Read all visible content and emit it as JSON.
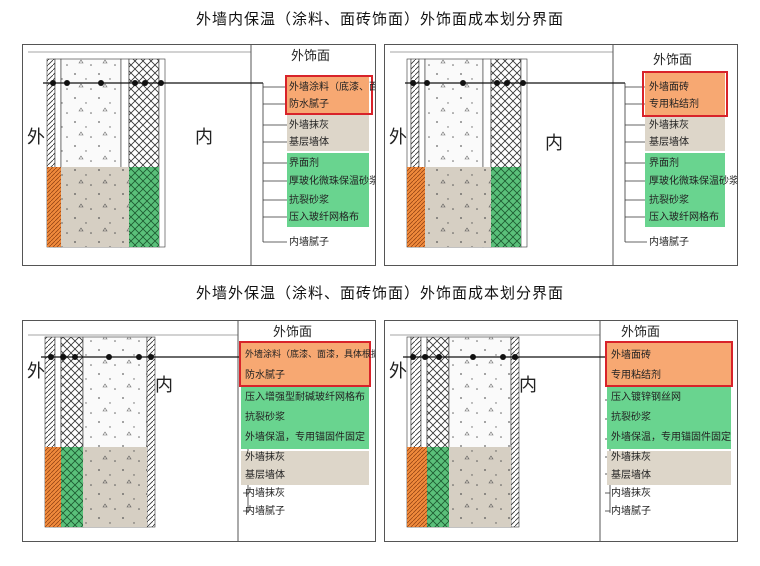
{
  "titles": {
    "internal": "外墙内保温（涂料、面砖饰面）外饰面成本划分界面",
    "external": "外墙外保温（涂料、面砖饰面）外饰面成本划分界面"
  },
  "common": {
    "outside": "外",
    "inside": "内",
    "header": "外饰面"
  },
  "panels": {
    "p1": {
      "layers": [
        "外墙涂料（底漆、面漆、",
        "防水腻子",
        "外墙抹灰",
        "基层墙体",
        "界面剂",
        "厚玻化微珠保温砂浆",
        "抗裂砂浆",
        "压入玻纤网格布",
        "内墙腻子"
      ]
    },
    "p2": {
      "layers": [
        "外墙面砖",
        "专用粘结剂",
        "外墙抹灰",
        "基层墙体",
        "界面剂",
        "厚玻化微珠保温砂浆",
        "抗裂砂浆",
        "压入玻纤网格布",
        "内墙腻子"
      ]
    },
    "p3": {
      "layers": [
        "外墙涂料（底漆、面漆，具体根据设计而定）",
        "防水腻子",
        "压入增强型耐碱玻纤网格布",
        "抗裂砂浆",
        "外墙保温，专用锚固件固定",
        "外墙抹灰",
        "基层墙体",
        "内墙抹灰",
        "内墙腻子"
      ]
    },
    "p4": {
      "layers": [
        "外墙面砖",
        "专用粘结剂",
        "压入镀锌钢丝网",
        "抗裂砂浆",
        "外墙保温，专用锚固件固定",
        "外墙抹灰",
        "基层墙体",
        "内墙抹灰",
        "内墙腻子"
      ]
    }
  },
  "colors": {
    "orange": "#f7a872",
    "grey": "#ddd6c9",
    "green": "#69d48f",
    "red": "#d8232a"
  }
}
